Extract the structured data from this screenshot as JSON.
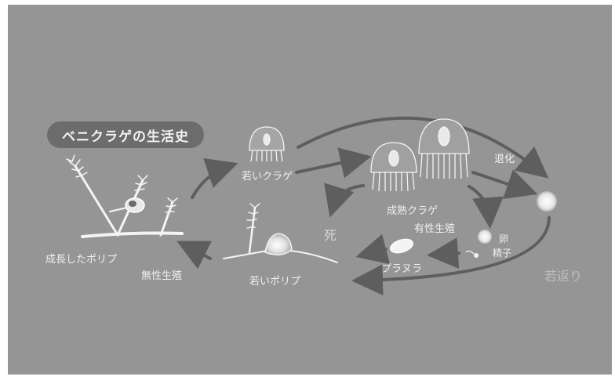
{
  "title": "ベニクラゲの生活史",
  "labels": {
    "young_jellyfish": "若いクラゲ",
    "mature_jellyfish": "成熟クラゲ",
    "degeneration": "退化",
    "death": "死",
    "sexual_reproduction": "有性生殖",
    "egg": "卵",
    "sperm": "精子",
    "planula": "プラヌラ",
    "rejuvenation": "若返り",
    "young_polyp": "若いポリプ",
    "asexual_reproduction": "無性生殖",
    "grown_polyp": "成長したポリプ"
  },
  "colors": {
    "background": "#959595",
    "badge": "#6c6c6c",
    "line": "#f2f2f2",
    "arrow": "#5e5e5e"
  }
}
